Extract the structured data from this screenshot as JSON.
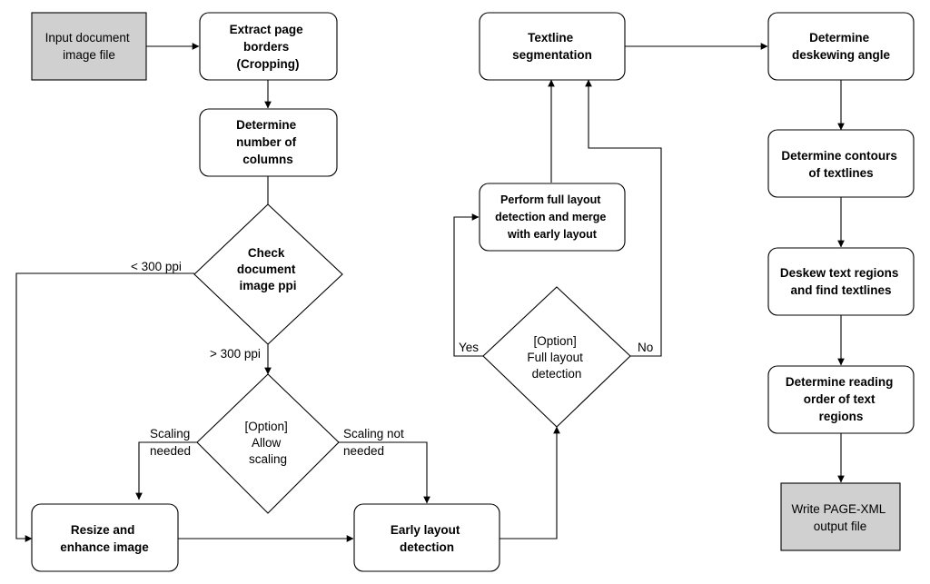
{
  "diagram": {
    "nodes": {
      "input": {
        "lines": [
          "Input document",
          "image file"
        ]
      },
      "extract": {
        "lines": [
          "Extract page",
          "borders",
          "(Cropping)"
        ]
      },
      "columns": {
        "lines": [
          "Determine",
          "number of",
          "columns"
        ]
      },
      "check_ppi": {
        "lines": [
          "Check",
          "document",
          "image ppi"
        ]
      },
      "allow_scaling": {
        "lines": [
          "[Option]",
          "Allow",
          "scaling"
        ]
      },
      "resize": {
        "lines": [
          "Resize and",
          "enhance image"
        ]
      },
      "early_layout": {
        "lines": [
          "Early layout",
          "detection"
        ]
      },
      "full_layout_option": {
        "lines": [
          "[Option]",
          "Full layout",
          "detection"
        ]
      },
      "full_layout": {
        "lines": [
          "Perform full layout",
          "detection and merge",
          "with early layout"
        ]
      },
      "textline_seg": {
        "lines": [
          "Textline",
          "segmentation"
        ]
      },
      "deskew_angle": {
        "lines": [
          "Determine",
          "deskewing angle"
        ]
      },
      "contours": {
        "lines": [
          "Determine contours",
          "of textlines"
        ]
      },
      "deskew_regions": {
        "lines": [
          "Deskew text regions",
          "and find textlines"
        ]
      },
      "reading_order": {
        "lines": [
          "Determine reading",
          "order of text",
          "regions"
        ]
      },
      "write_xml": {
        "lines": [
          "Write PAGE-XML",
          "output  file"
        ]
      }
    },
    "edge_labels": {
      "lt300": "< 300 ppi",
      "gt300": "> 300 ppi",
      "scaling_needed": [
        "Scaling",
        "needed"
      ],
      "scaling_not_needed": [
        "Scaling not",
        "needed"
      ],
      "yes": "Yes",
      "no": "No"
    },
    "colors": {
      "terminal_fill": "#d0d0d0",
      "process_fill": "#ffffff",
      "stroke": "#000000",
      "terminal_text": "#3a3a3a"
    }
  }
}
